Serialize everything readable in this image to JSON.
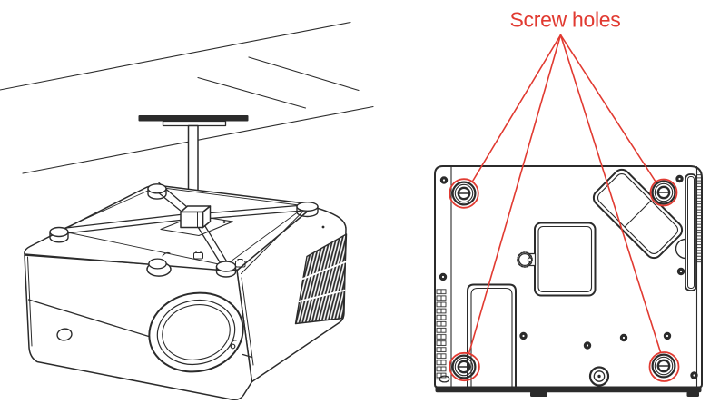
{
  "figure": {
    "background_color": "#ffffff",
    "line_color": "#2b2b2b",
    "accent_color": "#e13a31",
    "callout": {
      "label": "Screw holes",
      "target_count": 4
    },
    "views": {
      "left": "projector-mounted-on-ceiling-bracket",
      "right": "projector-bottom-panel-with-screw-holes"
    }
  }
}
